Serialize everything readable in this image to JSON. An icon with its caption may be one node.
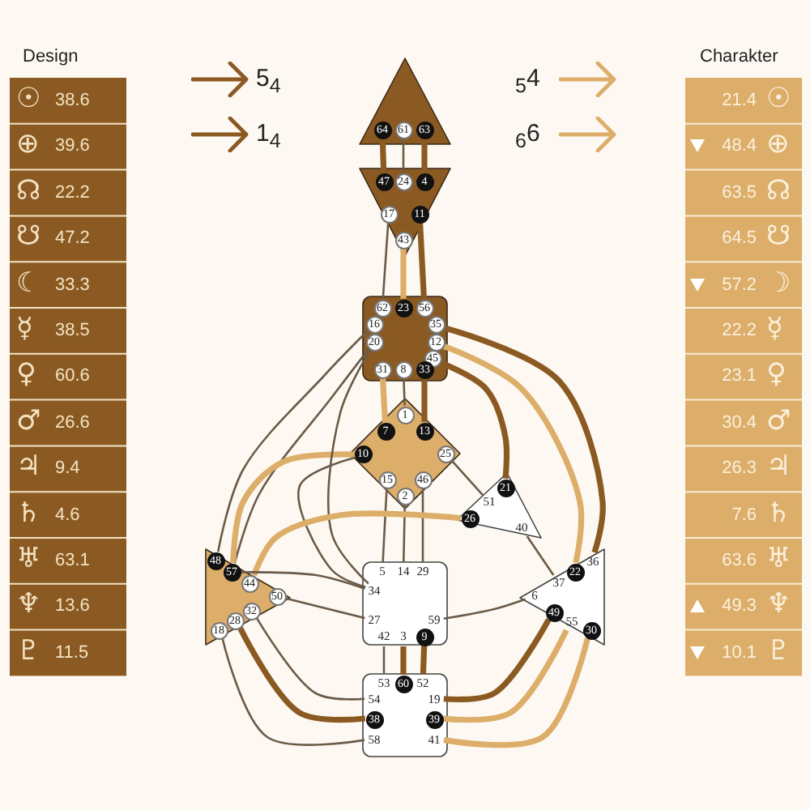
{
  "diagram": {
    "nodes": [
      {
        "text": [],
        "shape": "triangle"
      },
      {
        "text": [
          "64"
        ],
        "in": 0
      },
      {
        "text": [
          "61"
        ],
        "in": 0
      },
      {
        "text": [
          "63"
        ],
        "in": 0
      },
      {
        "text": [],
        "shape": "triangle"
      },
      {
        "text": [
          "47"
        ],
        "in": 4
      },
      {
        "text": [
          "24"
        ],
        "in": 4
      },
      {
        "text": [
          "4"
        ],
        "in": 4
      },
      {
        "text": [
          "17"
        ],
        "in": 4
      },
      {
        "text": [
          "11"
        ],
        "in": 4
      },
      {
        "text": [
          "43"
        ],
        "in": 4
      },
      {
        "text": [],
        "shape": "box"
      },
      {
        "text": [
          "62"
        ],
        "in": 11
      },
      {
        "text": [
          "23"
        ],
        "in": 11
      },
      {
        "text": [
          "56"
        ],
        "in": 11
      },
      {
        "text": [
          "16"
        ],
        "in": 11
      },
      {
        "text": [
          "35"
        ],
        "in": 11
      },
      {
        "text": [
          "20"
        ],
        "in": 11
      },
      {
        "text": [
          "12"
        ],
        "in": 11
      },
      {
        "text": [
          "45"
        ],
        "in": 11
      },
      {
        "text": [
          "31"
        ],
        "in": 11
      },
      {
        "text": [
          "8"
        ],
        "in": 11
      },
      {
        "text": [
          "33"
        ],
        "in": 11
      },
      {
        "text": [],
        "shape": "diamond"
      },
      {
        "text": [
          "1"
        ],
        "in": 23
      },
      {
        "text": [
          "7"
        ],
        "in": 23
      },
      {
        "text": [
          "13"
        ],
        "in": 23
      },
      {
        "text": [
          "10"
        ],
        "in": 23
      },
      {
        "text": [
          "25"
        ],
        "in": 23
      },
      {
        "text": [
          "15"
        ],
        "in": 23
      },
      {
        "text": [
          "46"
        ],
        "in": 23
      },
      {
        "text": [
          "2"
        ],
        "in": 23
      },
      {
        "text": [],
        "shape": "triangle"
      },
      {
        "text": [
          "21"
        ],
        "in": 32
      },
      {
        "text": [
          "51"
        ],
        "in": 32
      },
      {
        "text": [
          "26"
        ],
        "in": 32
      },
      {
        "text": [
          "40"
        ],
        "in": 32
      },
      {
        "text": [],
        "shape": "triangle"
      },
      {
        "text": [
          "48"
        ],
        "in": 37
      },
      {
        "text": [
          "57"
        ],
        "in": 37
      },
      {
        "text": [
          "44"
        ],
        "in": 37
      },
      {
        "text": [
          "50"
        ],
        "in": 37
      },
      {
        "text": [
          "32"
        ],
        "in": 37
      },
      {
        "text": [
          "28"
        ],
        "in": 37
      },
      {
        "text": [
          "18"
        ],
        "in": 37
      },
      {
        "text": [],
        "shape": "triangle"
      },
      {
        "text": [
          "36"
        ],
        "in": 45
      },
      {
        "text": [
          "22"
        ],
        "in": 45
      },
      {
        "text": [
          "37"
        ],
        "in": 45
      },
      {
        "text": [
          "6"
        ],
        "in": 45
      },
      {
        "text": [
          "49"
        ],
        "in": 45
      },
      {
        "text": [
          "55"
        ],
        "in": 45
      },
      {
        "text": [
          "30"
        ],
        "in": 45
      },
      {
        "text": [],
        "shape": "box"
      },
      {
        "text": [
          "5"
        ],
        "in": 53
      },
      {
        "text": [
          "14"
        ],
        "in": 53
      },
      {
        "text": [
          "29"
        ],
        "in": 53
      },
      {
        "text": [
          "34"
        ],
        "in": 53
      },
      {
        "text": [
          "27"
        ],
        "in": 53
      },
      {
        "text": [
          "59"
        ],
        "in": 53
      },
      {
        "text": [
          "42"
        ],
        "in": 53
      },
      {
        "text": [
          "3"
        ],
        "in": 53
      },
      {
        "text": [
          "9"
        ],
        "in": 53
      },
      {
        "text": [],
        "shape": "box"
      },
      {
        "text": [
          "53"
        ],
        "in": 63
      },
      {
        "text": [
          "60"
        ],
        "in": 63
      },
      {
        "text": [
          "52"
        ],
        "in": 63
      },
      {
        "text": [
          "54"
        ],
        "in": 63
      },
      {
        "text": [
          "19"
        ],
        "in": 63
      },
      {
        "text": [
          "38"
        ],
        "in": 63
      },
      {
        "text": [
          "39"
        ],
        "in": 63
      },
      {
        "text": [
          "58"
        ],
        "in": 63
      },
      {
        "text": [
          "41"
        ],
        "in": 63
      }
    ],
    "edges": [
      {
        "from": 1,
        "to": 5,
        "arrow": "none",
        "style": "thick",
        "color": "#8b5a22"
      },
      {
        "from": 2,
        "to": 6,
        "arrow": "none"
      },
      {
        "from": 3,
        "to": 7,
        "arrow": "none",
        "style": "thick",
        "color": "#8b5a22"
      },
      {
        "from": 8,
        "to": 12,
        "arrow": "none"
      },
      {
        "from": 10,
        "to": 13,
        "arrow": "none",
        "style": "thick",
        "color": "#dcae6a"
      },
      {
        "from": 9,
        "to": 14,
        "arrow": "none",
        "style": "thick",
        "color": "#8b5a22"
      },
      {
        "from": 15,
        "to": 38,
        "arrow": "none"
      },
      {
        "from": 17,
        "to": 39,
        "arrow": "none"
      },
      {
        "from": 27,
        "to": 39,
        "arrow": "none",
        "style": "thick",
        "color": "#dcae6a"
      },
      {
        "from": 27,
        "to": 57,
        "arrow": "none"
      },
      {
        "from": 17,
        "to": 57,
        "arrow": "none"
      },
      {
        "from": 20,
        "to": 25,
        "arrow": "none",
        "style": "thick",
        "color": "#dcae6a"
      },
      {
        "from": 21,
        "to": 24,
        "arrow": "none"
      },
      {
        "from": 22,
        "to": 26,
        "arrow": "none",
        "style": "thick",
        "color": "#8b5a22"
      },
      {
        "from": 19,
        "to": 33,
        "arrow": "none",
        "style": "thick",
        "color": "#8b5a22"
      },
      {
        "from": 16,
        "to": 46,
        "arrow": "none",
        "style": "thick",
        "color": "#8b5a22"
      },
      {
        "from": 18,
        "to": 47,
        "arrow": "none",
        "style": "thick",
        "color": "#dcae6a"
      },
      {
        "from": 28,
        "to": 34,
        "arrow": "none"
      },
      {
        "from": 29,
        "to": 54,
        "arrow": "none"
      },
      {
        "from": 31,
        "to": 55,
        "arrow": "none"
      },
      {
        "from": 30,
        "to": 56,
        "arrow": "none"
      },
      {
        "from": 35,
        "to": 40,
        "arrow": "none",
        "style": "thick",
        "color": "#dcae6a"
      },
      {
        "from": 36,
        "to": 48,
        "arrow": "none"
      },
      {
        "from": 41,
        "to": 58,
        "arrow": "none"
      },
      {
        "from": 39,
        "to": 57,
        "arrow": "none"
      },
      {
        "from": 59,
        "to": 49,
        "arrow": "none"
      },
      {
        "from": 60,
        "to": 64,
        "arrow": "none"
      },
      {
        "from": 61,
        "to": 65,
        "arrow": "none",
        "style": "thick",
        "color": "#8b5a22"
      },
      {
        "from": 62,
        "to": 66,
        "arrow": "none",
        "style": "thick",
        "color": "#8b5a22"
      },
      {
        "from": 67,
        "to": 42,
        "arrow": "none"
      },
      {
        "from": 69,
        "to": 43,
        "arrow": "none",
        "style": "thick",
        "color": "#8b5a22"
      },
      {
        "from": 71,
        "to": 44,
        "arrow": "none"
      },
      {
        "from": 68,
        "to": 50,
        "arrow": "none",
        "style": "thick",
        "color": "#8b5a22"
      },
      {
        "from": 70,
        "to": 51,
        "arrow": "none",
        "style": "thick",
        "color": "#dcae6a"
      },
      {
        "from": 72,
        "to": 52,
        "arrow": "none",
        "style": "thick",
        "color": "#dcae6a"
      }
    ],
    "labels": [
      "Design",
      "5$_{4}$",
      "1$_{4}$",
      "$_{5}$4",
      "$_{6}$6",
      "Charakter",
      "☉",
      "38.6",
      "⊕",
      "39.6",
      "☊",
      "22.2",
      "☋",
      "47.2",
      "☾",
      "33.3",
      "☿",
      "38.5",
      "♀",
      "60.6",
      "♂",
      "26.6",
      "♃",
      "9.4",
      "♄",
      "4.6",
      "♅",
      "63.1",
      "♆",
      "13.6",
      "♇",
      "11.5",
      "21.4",
      "☉",
      "48.4",
      "⊕",
      "63.5",
      "☊",
      "64.5",
      "☋",
      "57.2",
      "☽",
      "22.2",
      "☿",
      "23.1",
      "♀",
      "30.4",
      "♂",
      "26.3",
      "♃",
      "7.6",
      "♄",
      "63.6",
      "♅",
      "49.3",
      "♆",
      "10.1",
      "♇"
    ]
  }
}
